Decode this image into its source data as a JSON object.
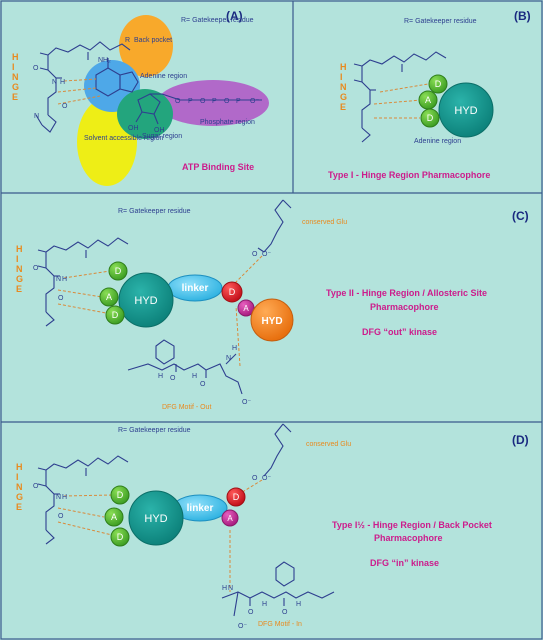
{
  "colors": {
    "background": "#b3e3dc",
    "border": "#3a5a8c",
    "bond": "#2e3f8f",
    "hbond": "#d98a3a",
    "title_magenta": "#cc1c8c",
    "panel_label": "#1a2a80",
    "hinge_orange": "#e88a1f",
    "teal_hyd": "#0f8f88",
    "green_d": "#55bb33",
    "red_d": "#dd1f2a",
    "magenta_a": "#cc2f99",
    "orange_hyd": "#f5841f",
    "linker_blue": "#46c3ee",
    "adenine_blue": "#4ea8e8",
    "back_pocket": "#f8a92b",
    "sugar_green": "#23a57d",
    "solvent_yellow": "#eeee16",
    "phosphate_purple": "#b169c9"
  },
  "panelA": {
    "label": "(A)",
    "hinge": "HINGE",
    "gatekeeper": "R= Gatekeeper residue",
    "back_pocket": "Back pocket",
    "adenine_region": "Adenine region",
    "sugar_region": "Sugar region",
    "solvent_region": "Solvent accessible region",
    "phosphate_region": "Phosphate region",
    "title": "ATP Binding Site",
    "atom_r": "R",
    "atom_n": "N",
    "atom_h": "H",
    "atom_o": "O",
    "atom_nh2": "NH₂",
    "atom_oh": "OH",
    "atom_p": "P",
    "atom_o_minus": "O⁻"
  },
  "panelB": {
    "label": "(B)",
    "hinge": "HINGE",
    "gatekeeper": "R= Gatekeeper residue",
    "d": "D",
    "a": "A",
    "hyd": "HYD",
    "adenine_region": "Adenine region",
    "title": "Type I - Hinge Region Pharmacophore"
  },
  "panelC": {
    "label": "(C)",
    "hinge": "HINGE",
    "gatekeeper": "R= Gatekeeper residue",
    "d": "D",
    "a": "A",
    "hyd": "HYD",
    "linker": "linker",
    "conserved_glu": "conserved Glu",
    "title_line1": "Type II - Hinge Region / Allosteric Site",
    "title_line2": "Pharmacophore",
    "dfg_out": "DFG “out” kinase",
    "dfg_motif": "DFG Motif - Out",
    "atom_n": "N",
    "atom_h": "H",
    "atom_o": "O",
    "atom_o_minus": "O⁻"
  },
  "panelD": {
    "label": "(D)",
    "hinge": "HINGE",
    "gatekeeper": "R= Gatekeeper residue",
    "d": "D",
    "a": "A",
    "hyd": "HYD",
    "linker": "linker",
    "conserved_glu": "conserved Glu",
    "title_line1": "Type I½ - Hinge Region / Back Pocket",
    "title_line2": "Pharmacophore",
    "dfg_in": "DFG “in”  kinase",
    "dfg_motif": "DFG Motif - In",
    "atom_n": "N",
    "atom_h": "H",
    "atom_o": "O",
    "atom_o_minus": "O⁻"
  }
}
